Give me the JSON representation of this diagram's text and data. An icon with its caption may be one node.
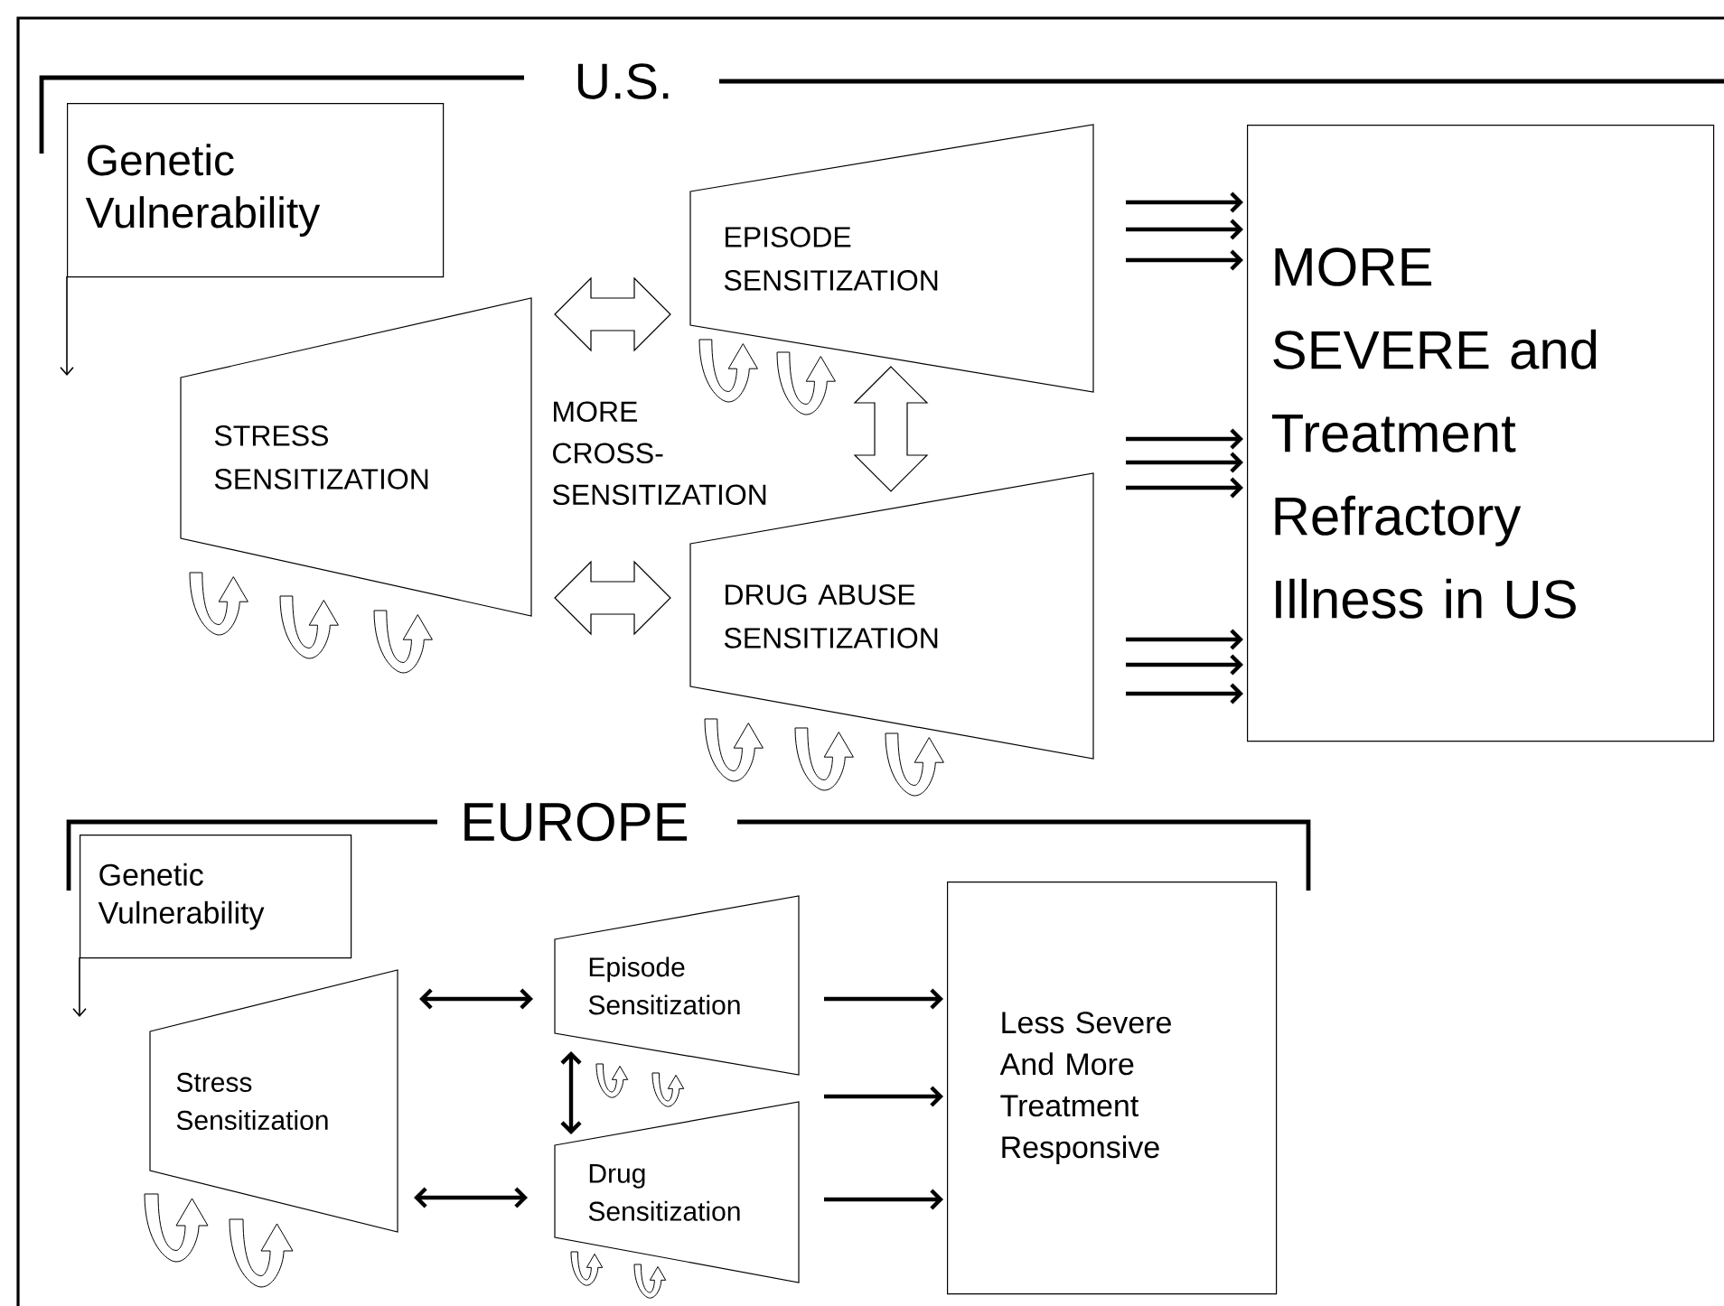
{
  "diagram": {
    "nodes": [
      {
        "text": [
          "Genetic Vulnerability"
        ]
      },
      {
        "text": [
          "STRESS SENSITIZATION"
        ]
      },
      {
        "text": [
          "EPISODE SENSITIZATION"
        ]
      },
      {
        "text": [
          "DRUG ABUSE SENSITIZATION"
        ]
      },
      {
        "text": [
          "MORE SEVERE and Treatment Refractory Illness in US"
        ]
      },
      {
        "text": [
          "Genetic Vulnerability"
        ]
      },
      {
        "text": [
          "Stress Sensitization"
        ]
      },
      {
        "text": [
          "Episode Sensitization"
        ]
      },
      {
        "text": [
          "Drug Sensitization"
        ]
      },
      {
        "text": [
          "Less Severe And More Treatment Responsive"
        ]
      }
    ],
    "edges": [
      {
        "from": 0,
        "to": null,
        "arrow": "to"
      },
      {
        "from": 1,
        "to": 2,
        "arrow": "both"
      },
      {
        "from": 1,
        "to": 3,
        "arrow": "both"
      },
      {
        "from": 2,
        "to": 3,
        "arrow": "both"
      },
      {
        "from": 2,
        "to": 4,
        "arrow": "to"
      },
      {
        "from": 2,
        "to": 4,
        "arrow": "to"
      },
      {
        "from": 2,
        "to": 4,
        "arrow": "to"
      },
      {
        "from": null,
        "to": 4,
        "arrow": "to"
      },
      {
        "from": null,
        "to": 4,
        "arrow": "to"
      },
      {
        "from": null,
        "to": 4,
        "arrow": "to"
      },
      {
        "from": 3,
        "to": 4,
        "arrow": "to"
      },
      {
        "from": 3,
        "to": 4,
        "arrow": "to"
      },
      {
        "from": 3,
        "to": 4,
        "arrow": "to"
      },
      {
        "from": 5,
        "to": null,
        "arrow": "to"
      },
      {
        "from": 6,
        "to": 7,
        "arrow": "both"
      },
      {
        "from": 6,
        "to": 8,
        "arrow": "both"
      },
      {
        "from": 7,
        "to": 8,
        "arrow": "both"
      },
      {
        "from": 7,
        "to": 9,
        "arrow": "to"
      },
      {
        "from": null,
        "to": 9,
        "arrow": "to"
      },
      {
        "from": 8,
        "to": 9,
        "arrow": "to"
      }
    ],
    "labels": [
      "U.S.",
      "MORE CROSS-SENSITIZATION",
      "EUROPE"
    ]
  }
}
